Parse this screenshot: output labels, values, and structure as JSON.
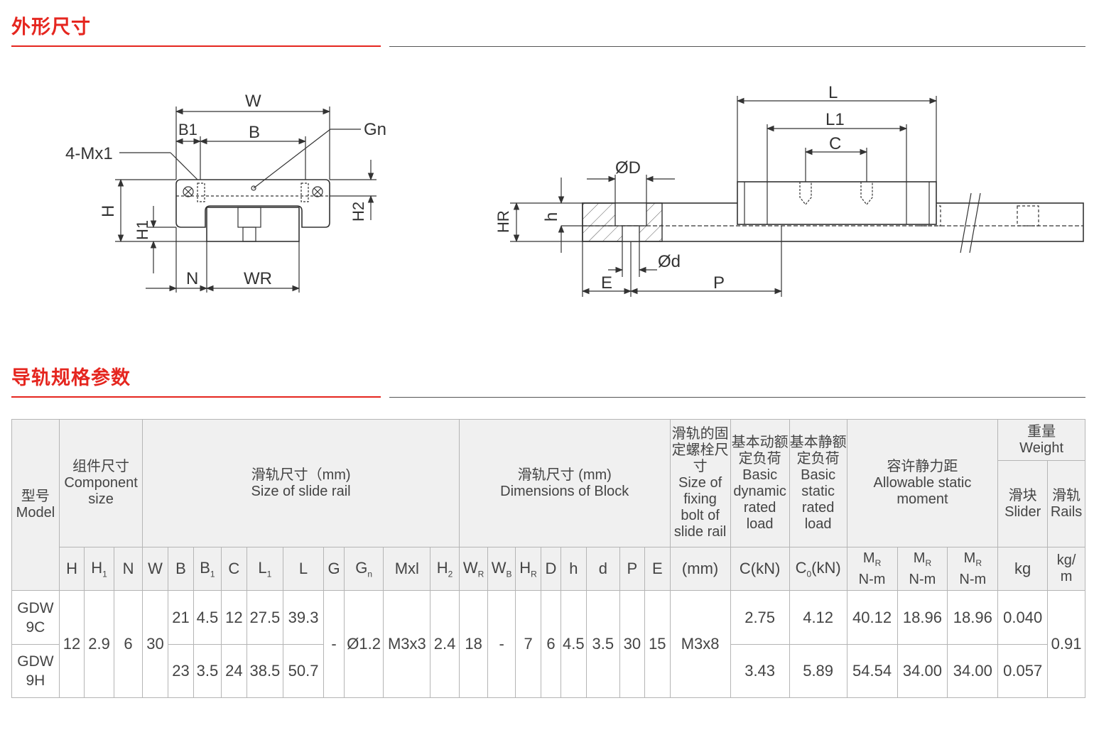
{
  "sections": {
    "dimensions_title": "外形尺寸",
    "specs_title": "导轨规格参数"
  },
  "drawing": {
    "left": {
      "W": "W",
      "B1": "B1",
      "B": "B",
      "Gn": "Gn",
      "mx": "4-Mx1",
      "H": "H",
      "H1": "H1",
      "H2": "H2",
      "N": "N",
      "WR": "WR"
    },
    "right": {
      "L": "L",
      "L1": "L1",
      "C": "C",
      "D": "ØD",
      "d": "Ød",
      "HR": "HR",
      "h": "h",
      "E": "E",
      "P": "P"
    }
  },
  "table": {
    "groups": {
      "model": {
        "cn": "型号",
        "en": "Model"
      },
      "component": {
        "cn": "组件尺寸",
        "en": "Component size"
      },
      "slide_rail": {
        "cn": "滑轨尺寸（mm)",
        "en": "Size of slide rail"
      },
      "block": {
        "cn": "滑轨尺寸 (mm)",
        "en": "Dimensions of Block"
      },
      "bolt": {
        "cn": "滑轨的固定螺栓尺寸",
        "en": "Size of fixing bolt of slide rail"
      },
      "dynamic": {
        "cn": "基本动额定负荷",
        "en": "Basic dynamic rated load"
      },
      "static": {
        "cn": "基本静额定负荷",
        "en": "Basic static rated load"
      },
      "moment": {
        "cn": "容许静力距",
        "en": "Allowable static moment"
      },
      "weight": {
        "cn": "重量",
        "en": "Weight"
      },
      "slider": {
        "cn": "滑块",
        "en": "Slider"
      },
      "rails": {
        "cn": "滑轨",
        "en": "Rails"
      }
    },
    "subheaders": {
      "H": "H",
      "H1": "H",
      "H1_sub": "1",
      "N": "N",
      "W": "W",
      "B": "B",
      "B1": "B",
      "B1_sub": "1",
      "C": "C",
      "L1": "L",
      "L1_sub": "1",
      "L": "L",
      "G": "G",
      "Gn": "G",
      "Gn_sub": "n",
      "Mxl": "Mxl",
      "H2": "H",
      "H2_sub": "2",
      "WR": "W",
      "WR_sub": "R",
      "WB": "W",
      "WB_sub": "B",
      "HR": "H",
      "HR_sub": "R",
      "D": "D",
      "h": "h",
      "d": "d",
      "P": "P",
      "E": "E",
      "mm": "(mm)",
      "CkN": "C(kN)",
      "C0kN": "C",
      "C0kN_sub": "0",
      "C0kN_unit": "(kN)",
      "MR": "M",
      "MR_sub": "R",
      "Nm": "N-m",
      "kg": "kg",
      "kgm1": "kg/",
      "kgm2": "m"
    },
    "rows": [
      {
        "model1": "GDW",
        "model2": "9C",
        "B": "21",
        "B1": "4.5",
        "C": "12",
        "L1": "27.5",
        "L": "39.3",
        "bolt": "M3x8",
        "C_kN": "2.75",
        "C0_kN": "4.12",
        "M1": "40.12",
        "M2": "18.96",
        "M3": "18.96",
        "slider_kg": "0.040"
      },
      {
        "model1": "GDW",
        "model2": "9H",
        "B": "23",
        "B1": "3.5",
        "C": "24",
        "L1": "38.5",
        "L": "50.7",
        "C_kN": "3.43",
        "C0_kN": "5.89",
        "M1": "54.54",
        "M2": "34.00",
        "M3": "34.00",
        "slider_kg": "0.057"
      }
    ],
    "shared": {
      "H": "12",
      "H1": "2.9",
      "N": "6",
      "W": "30",
      "G": "-",
      "Gn": "Ø1.2",
      "Mxl": "M3x3",
      "H2": "2.4",
      "WR": "18",
      "WB": "-",
      "HR": "7",
      "D": "6",
      "h": "4.5",
      "d": "3.5",
      "P": "30",
      "E": "15",
      "bolt": "M3x8",
      "rails_kgm": "0.91"
    }
  }
}
